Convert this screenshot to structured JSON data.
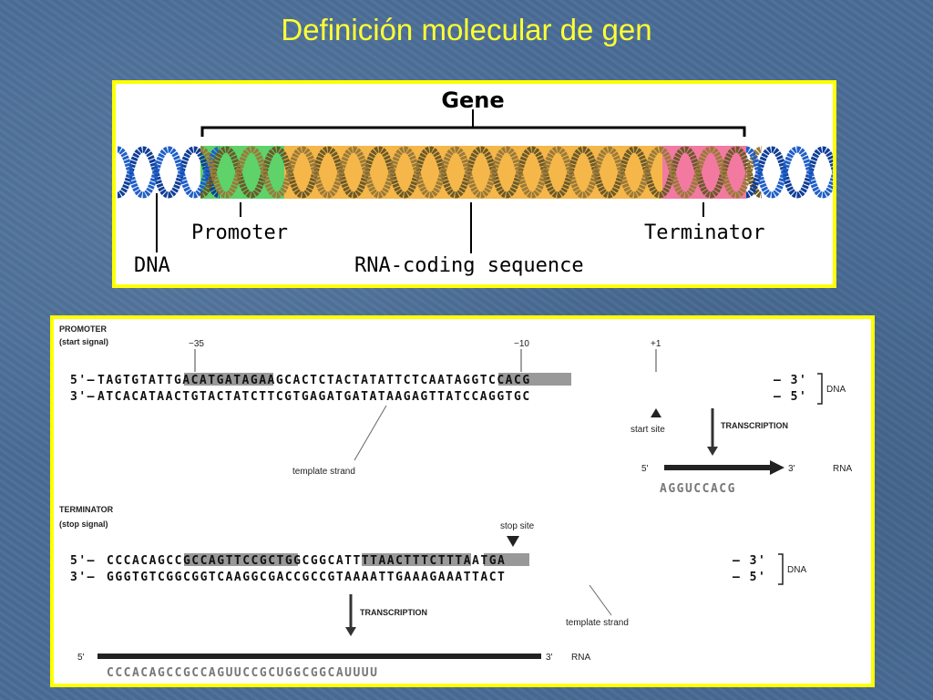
{
  "slide": {
    "title": "Definición molecular de gen"
  },
  "gene_diagram": {
    "gene_label": "Gene",
    "dna_label": "DNA",
    "promoter_label": "Promoter",
    "coding_label": "RNA-coding sequence",
    "terminator_label": "Terminator",
    "colors": {
      "dna": "#1f5fc8",
      "promoter": "#5fd26a",
      "coding": "#f5b74a",
      "terminator": "#f27aa0"
    }
  },
  "sequence_diagram": {
    "promoter_header": "PROMOTER",
    "promoter_sub": "(start signal)",
    "pos_minus35": "−35",
    "pos_minus10": "−10",
    "pos_plus1": "+1",
    "promoter_top_prefix": "5'—",
    "promoter_top_seq": "TAGTGTATTGACATGATAGAAGCACTCTACTATATTCTCAATAGGTCCACG",
    "promoter_top_end": "— 3'",
    "promoter_bottom_prefix": "3'—",
    "promoter_bottom_seq": "ATCACATAACTGTACTATCTTCGTGAGATGATATAAGAGTTATCCAGGTGC",
    "promoter_bottom_end": "— 5'",
    "dna_label": "DNA",
    "start_site": "start site",
    "transcription_label": "TRANSCRIPTION",
    "template_strand": "template strand",
    "rna_5": "5'",
    "rna_3": "3'",
    "rna_label": "RNA",
    "rna_promoter_seq": "AGGUCCACG",
    "terminator_header": "TERMINATOR",
    "terminator_sub": "(stop signal)",
    "stop_site": "stop site",
    "terminator_top_prefix": "5'—",
    "terminator_top_seq": "CCCACAGCCGCCAGTTCCGCTGGCGGCATTTTAACTTTCTTTAATGA",
    "terminator_top_end": "— 3'",
    "terminator_bottom_prefix": "3'—",
    "terminator_bottom_seq": "GGGTGTCGGCGGTCAAGGCGACCGCCGTAAAATTGAAAGAAATTACT",
    "terminator_bottom_end": "— 5'",
    "rna_terminator_seq": "CCCACAGCCGCCAGUUCCGCUGGCGGCAUUUU"
  }
}
